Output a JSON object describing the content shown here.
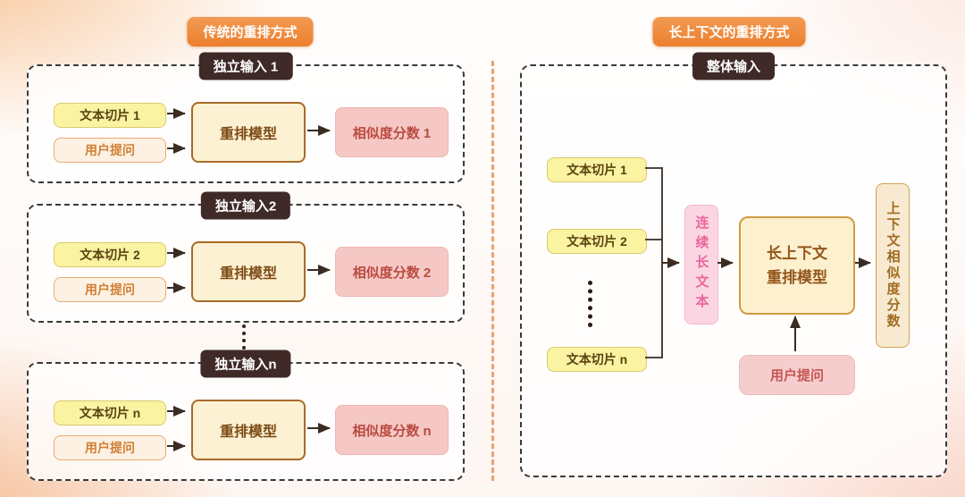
{
  "page": {
    "left_title": "传统的重排方式",
    "right_title": "长上下文的重排方式"
  },
  "left": {
    "groups": [
      {
        "header": "独立输入 1",
        "chunk": "文本切片 1",
        "query": "用户提问",
        "model": "重排模型",
        "score": "相似度分数 1"
      },
      {
        "header": "独立输入2",
        "chunk": "文本切片 2",
        "query": "用户提问",
        "model": "重排模型",
        "score": "相似度分数 2"
      },
      {
        "header": "独立输入n",
        "chunk": "文本切片 n",
        "query": "用户提问",
        "model": "重排模型",
        "score": "相似度分数 n"
      }
    ]
  },
  "right": {
    "header": "整体输入",
    "chunks": [
      "文本切片 1",
      "文本切片 2",
      "文本切片 n"
    ],
    "long_text": "连续长文本",
    "model_line1": "长上下文",
    "model_line2": "重排模型",
    "score": "上下文相似度分数",
    "query": "用户提问"
  },
  "colors": {
    "badge_orange": "#ee8535",
    "header_brown": "#3f2a28",
    "chunk_yellow": "#faf3a2",
    "query_peach": "#fdf1e3",
    "model_cream": "#fcf2d3",
    "score_pink": "#f5c8c5",
    "long_text_pink": "#fbd6e2",
    "context_score_cream": "#f7ead0",
    "divider_orange": "#ef9f6d",
    "arrow_brown": "#3a2c22"
  }
}
